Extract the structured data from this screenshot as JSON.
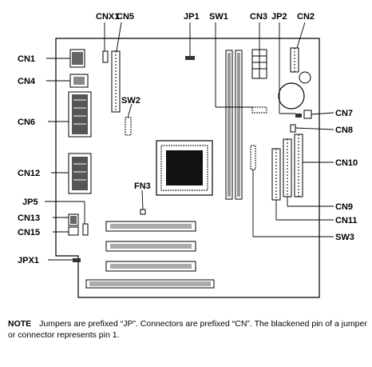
{
  "labels": {
    "cnx1": "CNX1",
    "cn5": "CN5",
    "jp1": "JP1",
    "sw1": "SW1",
    "cn3": "CN3",
    "jp2": "JP2",
    "cn2": "CN2",
    "cn1": "CN1",
    "cn4": "CN4",
    "cn6": "CN6",
    "sw2": "SW2",
    "cn7": "CN7",
    "cn8": "CN8",
    "cn12": "CN12",
    "cn10": "CN10",
    "fn3": "FN3",
    "jp5": "JP5",
    "cn9": "CN9",
    "cn13": "CN13",
    "cn11": "CN11",
    "cn15": "CN15",
    "sw3": "SW3",
    "jpx1": "JPX1"
  },
  "note": {
    "heading": "NOTE",
    "text": "Jumpers are prefixed “JP”. Connectors are prefixed “CN”. The blackened pin of a jumper or connector represents pin 1."
  }
}
